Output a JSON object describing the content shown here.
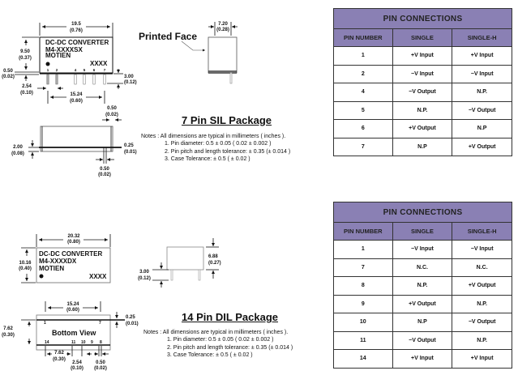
{
  "sil": {
    "title": "7 Pin SIL Package",
    "printed_face_label": "Printed Face",
    "module_text": [
      "DC-DC CONVERTER",
      "M4-XXXXSX",
      "MOTIEN"
    ],
    "date_code": "XXXX",
    "pin_labels": [
      "1",
      "2",
      "4",
      "5",
      "6",
      "7"
    ],
    "dims": {
      "width": "19.5",
      "width_in": "(0.76)",
      "height": "9.50",
      "height_in": "(0.37)",
      "standoff": "0.50",
      "standoff_in": "(0.02)",
      "pitch": "2.54",
      "pitch_in": "(0.10)",
      "span": "15.24",
      "span_in": "(0.60)",
      "pin_len": "3.00",
      "pin_len_in": "(0.12)",
      "depth": "7.20",
      "depth_in": "(0.28)",
      "pin_w": "0.50",
      "pin_w_in": "(0.02)",
      "side_h": "2.00",
      "side_h_in": "(0.08)",
      "lead_t": "0.25",
      "lead_t_in": "(0.01)",
      "pin_w2": "0.50",
      "pin_w2_in": "(0.02)"
    },
    "notes": {
      "intro": "Notes : All dimensions are typical in millimeters ( inches ).",
      "items": [
        "1.  Pin diameter:  0.5 ± 0.05 ( 0.02 ±  0.002 )",
        "2.  Pin pitch and length tolerance: ±  0.35 (±  0.014 )",
        "3.  Case Tolerance: ±  0.5 ( ±  0.02 )"
      ]
    }
  },
  "dil": {
    "title": "14 Pin DIL Package",
    "module_text": [
      "DC-DC CONVERTER",
      "M4-XXXXDX",
      "MOTIEN"
    ],
    "date_code": "XXXX",
    "bottom_view_label": "Bottom View",
    "top_pin_labels": [
      "1",
      "7"
    ],
    "bottom_pin_labels": [
      "14",
      "11",
      "10",
      "9",
      "8"
    ],
    "dims": {
      "width": "20.32",
      "width_in": "(0.80)",
      "height": "10.16",
      "height_in": "(0.40)",
      "body_h": "6.88",
      "body_h_in": "(0.27)",
      "pin_len": "3.00",
      "pin_len_in": "(0.12)",
      "span": "15.24",
      "span_in": "(0.60)",
      "row": "7.62",
      "row_in": "(0.30)",
      "lead_t": "0.25",
      "lead_t_in": "(0.01)",
      "gap": "7.62",
      "gap_in": "(0.30)",
      "pitch": "2.54",
      "pitch_in": "(0.10)",
      "pin_w": "0.50",
      "pin_w_in": "(0.02)"
    },
    "notes": {
      "intro": "Notes : All dimensions are typical in millimeters ( inches ).",
      "items": [
        "1.  Pin diameter:  0.5 ± 0.05 ( 0.02 ±  0.002 )",
        "2.  Pin pitch and length tolerance: ±  0.35 (±  0.014 )",
        "3.  Case Tolerance: ±  0.5 ( ±  0.02 )"
      ]
    }
  },
  "tables": [
    {
      "title": "PIN CONNECTIONS",
      "headers": [
        "PIN NUMBER",
        "SINGLE",
        "SINGLE-H"
      ],
      "rows": [
        [
          "1",
          "+V Input",
          "+V Input"
        ],
        [
          "2",
          "−V Input",
          "−V Input"
        ],
        [
          "4",
          "−V Output",
          "N.P."
        ],
        [
          "5",
          "N.P.",
          "−V Output"
        ],
        [
          "6",
          "+V Output",
          "N.P"
        ],
        [
          "7",
          "N.P",
          "+V Output"
        ]
      ]
    },
    {
      "title": "PIN CONNECTIONS",
      "headers": [
        "PIN NUMBER",
        "SINGLE",
        "SINGLE-H"
      ],
      "rows": [
        [
          "1",
          "−V Input",
          "−V Input"
        ],
        [
          "7",
          "N.C.",
          "N.C."
        ],
        [
          "8",
          "N.P.",
          "+V Output"
        ],
        [
          "9",
          "+V Output",
          "N.P."
        ],
        [
          "10",
          "N.P",
          "−V Output"
        ],
        [
          "11",
          "−V Output",
          "N.P."
        ],
        [
          "14",
          "+V Input",
          "+V Input"
        ]
      ]
    }
  ],
  "colors": {
    "table_header": "#8a80b4",
    "border": "#333333"
  }
}
